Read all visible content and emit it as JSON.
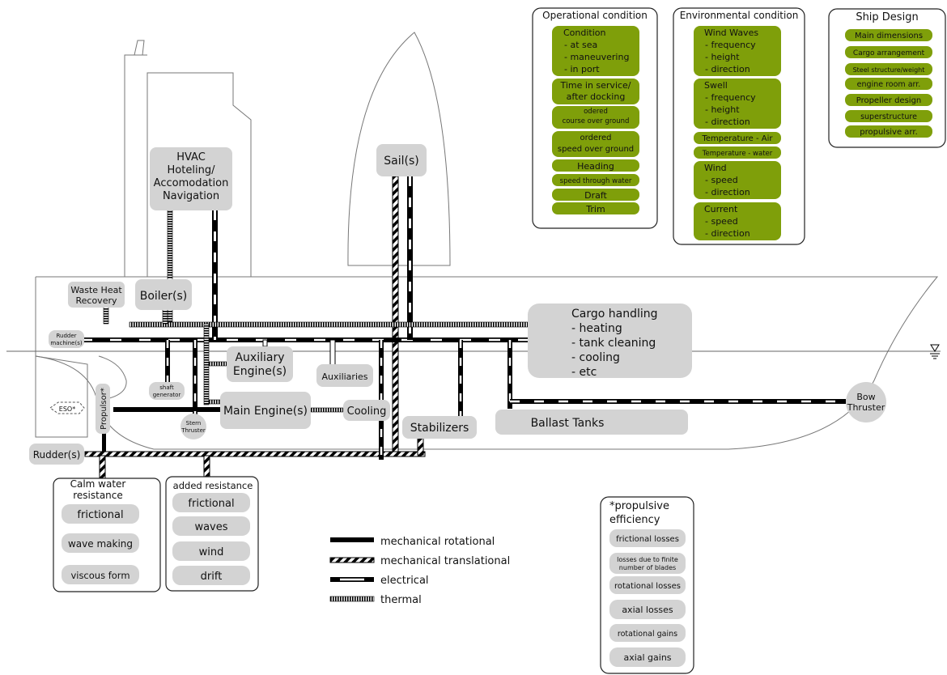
{
  "operational": {
    "title": "Operational condition",
    "items": [
      [
        "Condition",
        "  - at sea",
        "  - maneuvering",
        "  - in port"
      ],
      [
        "Time in service/",
        "after docking"
      ],
      [
        "odered",
        "course over ground"
      ],
      [
        "ordered",
        "speed over ground"
      ],
      [
        "Heading"
      ],
      [
        "speed through water"
      ],
      [
        "Draft"
      ],
      [
        "Trim"
      ]
    ]
  },
  "environmental": {
    "title": "Environmental condition",
    "items": [
      [
        "Wind Waves",
        "  - frequency",
        "  - height",
        "  - direction"
      ],
      [
        "Swell",
        "  - frequency",
        "  - height",
        "  - direction"
      ],
      [
        "Temperature - Air"
      ],
      [
        "Temperature - water"
      ],
      [
        "Wind",
        "  - speed",
        "  - direction"
      ],
      [
        "Current",
        "  - speed",
        "  - direction"
      ]
    ]
  },
  "ship_design": {
    "title": "Ship Design",
    "items": [
      "Main dimensions",
      "Cargo arrangement",
      "Steel structure/weight",
      "engine room arr.",
      "Propeller design",
      "superstructure",
      "propulsive arr."
    ]
  },
  "components": {
    "hvac": [
      "HVAC",
      "Hoteling/",
      "Accomodation",
      "Navigation"
    ],
    "sails": "Sail(s)",
    "waste_heat": [
      "Waste Heat",
      "Recovery"
    ],
    "boiler": "Boiler(s)",
    "rudder_machine": [
      "Rudder",
      "machine(s)"
    ],
    "aux_engine": [
      "Auxiliary",
      "Engine(s)"
    ],
    "auxiliaries": "Auxiliaries",
    "shaft_generator": [
      "shaft",
      "generator"
    ],
    "eso": "ESO*",
    "propulsor": "Propulsor*",
    "stern_thruster": [
      "Stern",
      "Thruster"
    ],
    "main_engine": "Main Engine(s)",
    "cooling": "Cooling",
    "stabilizers": "Stabilizers",
    "ballast": "Ballast Tanks",
    "bow_thruster": [
      "Bow",
      "Thruster"
    ],
    "cargo": [
      "Cargo handling",
      "- heating",
      "- tank cleaning",
      "- cooling",
      "- etc"
    ],
    "rudders": "Rudder(s)"
  },
  "calm_water": {
    "title": [
      "Calm water",
      "resistance"
    ],
    "items": [
      "frictional",
      "wave making",
      "viscous form"
    ]
  },
  "added_resistance": {
    "title": "added resistance",
    "items": [
      "frictional",
      "waves",
      "wind",
      "drift"
    ]
  },
  "legend": {
    "items": [
      "mechanical rotational",
      "mechanical translational",
      "electrical",
      "thermal"
    ]
  },
  "propulsive": {
    "title": [
      "*propulsive",
      "efficiency"
    ],
    "items": [
      [
        "frictional losses"
      ],
      [
        "losses due to finite",
        "number of blades"
      ],
      [
        "rotational losses"
      ],
      [
        "axial losses"
      ],
      [
        "rotational gains"
      ],
      [
        "axial gains"
      ]
    ]
  },
  "colors": {
    "green": "#7f9f0a",
    "grey": "#d3d3d3",
    "line": "#000000"
  }
}
